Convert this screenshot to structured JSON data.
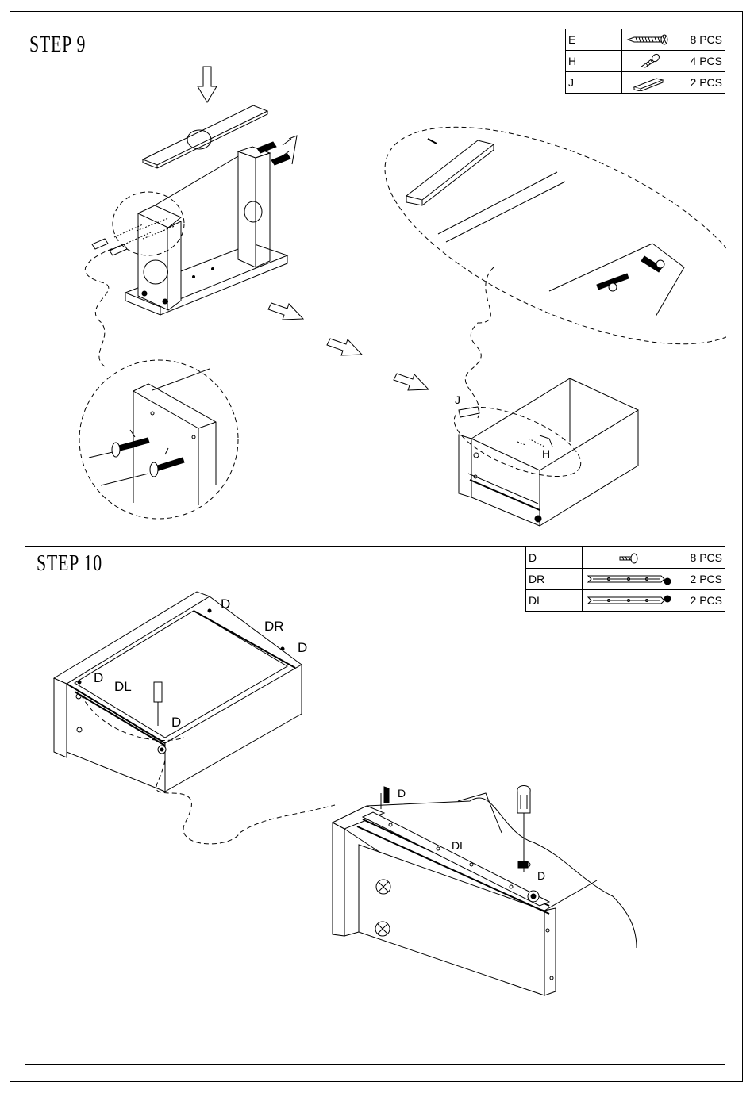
{
  "steps": [
    {
      "title": "STEP 9",
      "parts": [
        {
          "code": "E",
          "icon": "long-screw-icon",
          "qty": "8 PCS"
        },
        {
          "code": "H",
          "icon": "short-screw-icon",
          "qty": "4 PCS"
        },
        {
          "code": "J",
          "icon": "bracket-icon",
          "qty": "2 PCS"
        }
      ],
      "callouts": {
        "j": "J",
        "h": "H"
      }
    },
    {
      "title": "STEP 10",
      "parts": [
        {
          "code": "D",
          "icon": "small-screw-icon",
          "qty": "8 PCS"
        },
        {
          "code": "DR",
          "icon": "right-drawer-slide-icon",
          "qty": "2 PCS"
        },
        {
          "code": "DL",
          "icon": "left-drawer-slide-icon",
          "qty": "2 PCS"
        }
      ],
      "callouts": {
        "d": "D",
        "dr": "DR",
        "dl": "DL"
      }
    }
  ]
}
